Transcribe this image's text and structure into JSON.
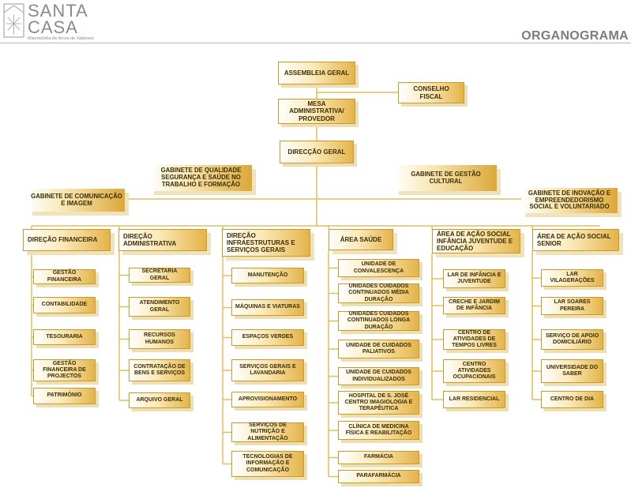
{
  "header": {
    "brand_line1": "SANTA",
    "brand_line2": "CASA",
    "tagline": "Misericórdia de Arcos de Valdevez",
    "title": "ORGANOGRAMA",
    "logo_icon": "santa-casa-logo-icon"
  },
  "top": {
    "assembleia": "ASSEMBLEIA GERAL",
    "conselho": "CONSELHO FISCAL",
    "mesa": "MESA ADMINISTRATIVA/ PROVEDOR",
    "direccao": "DIRECÇÃO GERAL"
  },
  "gabinetes": {
    "qualidade": "GABINETE DE QUALIDADE SEGURANÇA E SAÚDE NO TRABALHO E FORMAÇÃO",
    "cultural": "GABINETE DE GESTÃO CULTURAL",
    "comunicacao": "GABINETE DE COMUNICAÇÃO E IMAGEM",
    "inovacao": "GABINETE DE INOVAÇÃO E EMPREENDEDORISMO SOCIAL E VOLUNTARIADO"
  },
  "departments": [
    {
      "title": "DIREÇÃO FINANCEIRA",
      "items": [
        "GESTÃO FINANCEIRA",
        "CONTABILIDADE",
        "TESOURARIA",
        "GESTÃO FINANCEIRA DE PROJECTOS",
        "PATRIMÓNIO"
      ]
    },
    {
      "title": "DIREÇÃO ADMINISTRATIVA",
      "items": [
        "SECRETARIA GERAL",
        "ATENDIMENTO GERAL",
        "RECURSOS HUMANOS",
        "CONTRATAÇÃO DE BENS E SERVIÇOS",
        "ARQUIVO GERAL"
      ]
    },
    {
      "title": "DIREÇÃO INFRAESTRUTURAS E SERVIÇOS GERAIS",
      "items": [
        "MANUTENÇÃO",
        "MÁQUINAS E VIATURAS",
        "ESPAÇOS VERDES",
        "SERVIÇOS GERAIS E LAVANDARIA",
        "APROVISIONAMENTO",
        "SERVIÇOS DE NUTRIÇÃO E ALIMENTAÇÃO",
        "TECNOLOGIAS DE INFORMAÇÃO E COMUNICAÇÃO"
      ]
    },
    {
      "title": "ÁREA SAÚDE",
      "items": [
        "UNIDADE DE CONVALESCENÇA",
        "UNIDADES CUIDADOS CONTINUADOS MÉDIA DURAÇÃO",
        "UNIDADES CUIDADOS CONTINUADOS LONGA DURAÇÃO",
        "UNIDADE DE CUIDADOS PALIATIVOS",
        "UNIDADE DE CUIDADOS INDIVIDUALIZADOS",
        "HOSPITAL DE S. JOSÉ CENTRO IMAGIOLOGIA E TERAPÊUTICA",
        "CLÍNICA DE MEDICINA FÍSICA E REABILITAÇÃO",
        "FARMÁCIA",
        "PARAFARMÁCIA"
      ]
    },
    {
      "title": "ÁREA DE AÇÃO SOCIAL INFÂNCIA JUVENTUDE E EDUCAÇÃO",
      "items": [
        "LAR DE INFÂNCIA E JUVENTUDE",
        "CRECHE E JARDIM DE INFÂNCIA",
        "CENTRO DE ATIVIDADES DE TEMPOS LIVRES",
        "CENTRO ATIVIDADES OCUPACIONAIS",
        "LAR RESIDENCIAL"
      ]
    },
    {
      "title": "ÁREA DE AÇÃO SOCIAL SENIOR",
      "items": [
        "LAR VILAGERAÇÕES",
        "LAR SOARES PEREIRA",
        "SERVIÇO DE APOIO DOMICILIÁRIO",
        "UNIVERSIDADE DO SABER",
        "CENTRO DE DIA"
      ]
    }
  ],
  "colors": {
    "accent": "#e4b44a",
    "border": "#c89a2a",
    "connector": "#e2bd5e",
    "title_gray": "#7c7c7c"
  }
}
